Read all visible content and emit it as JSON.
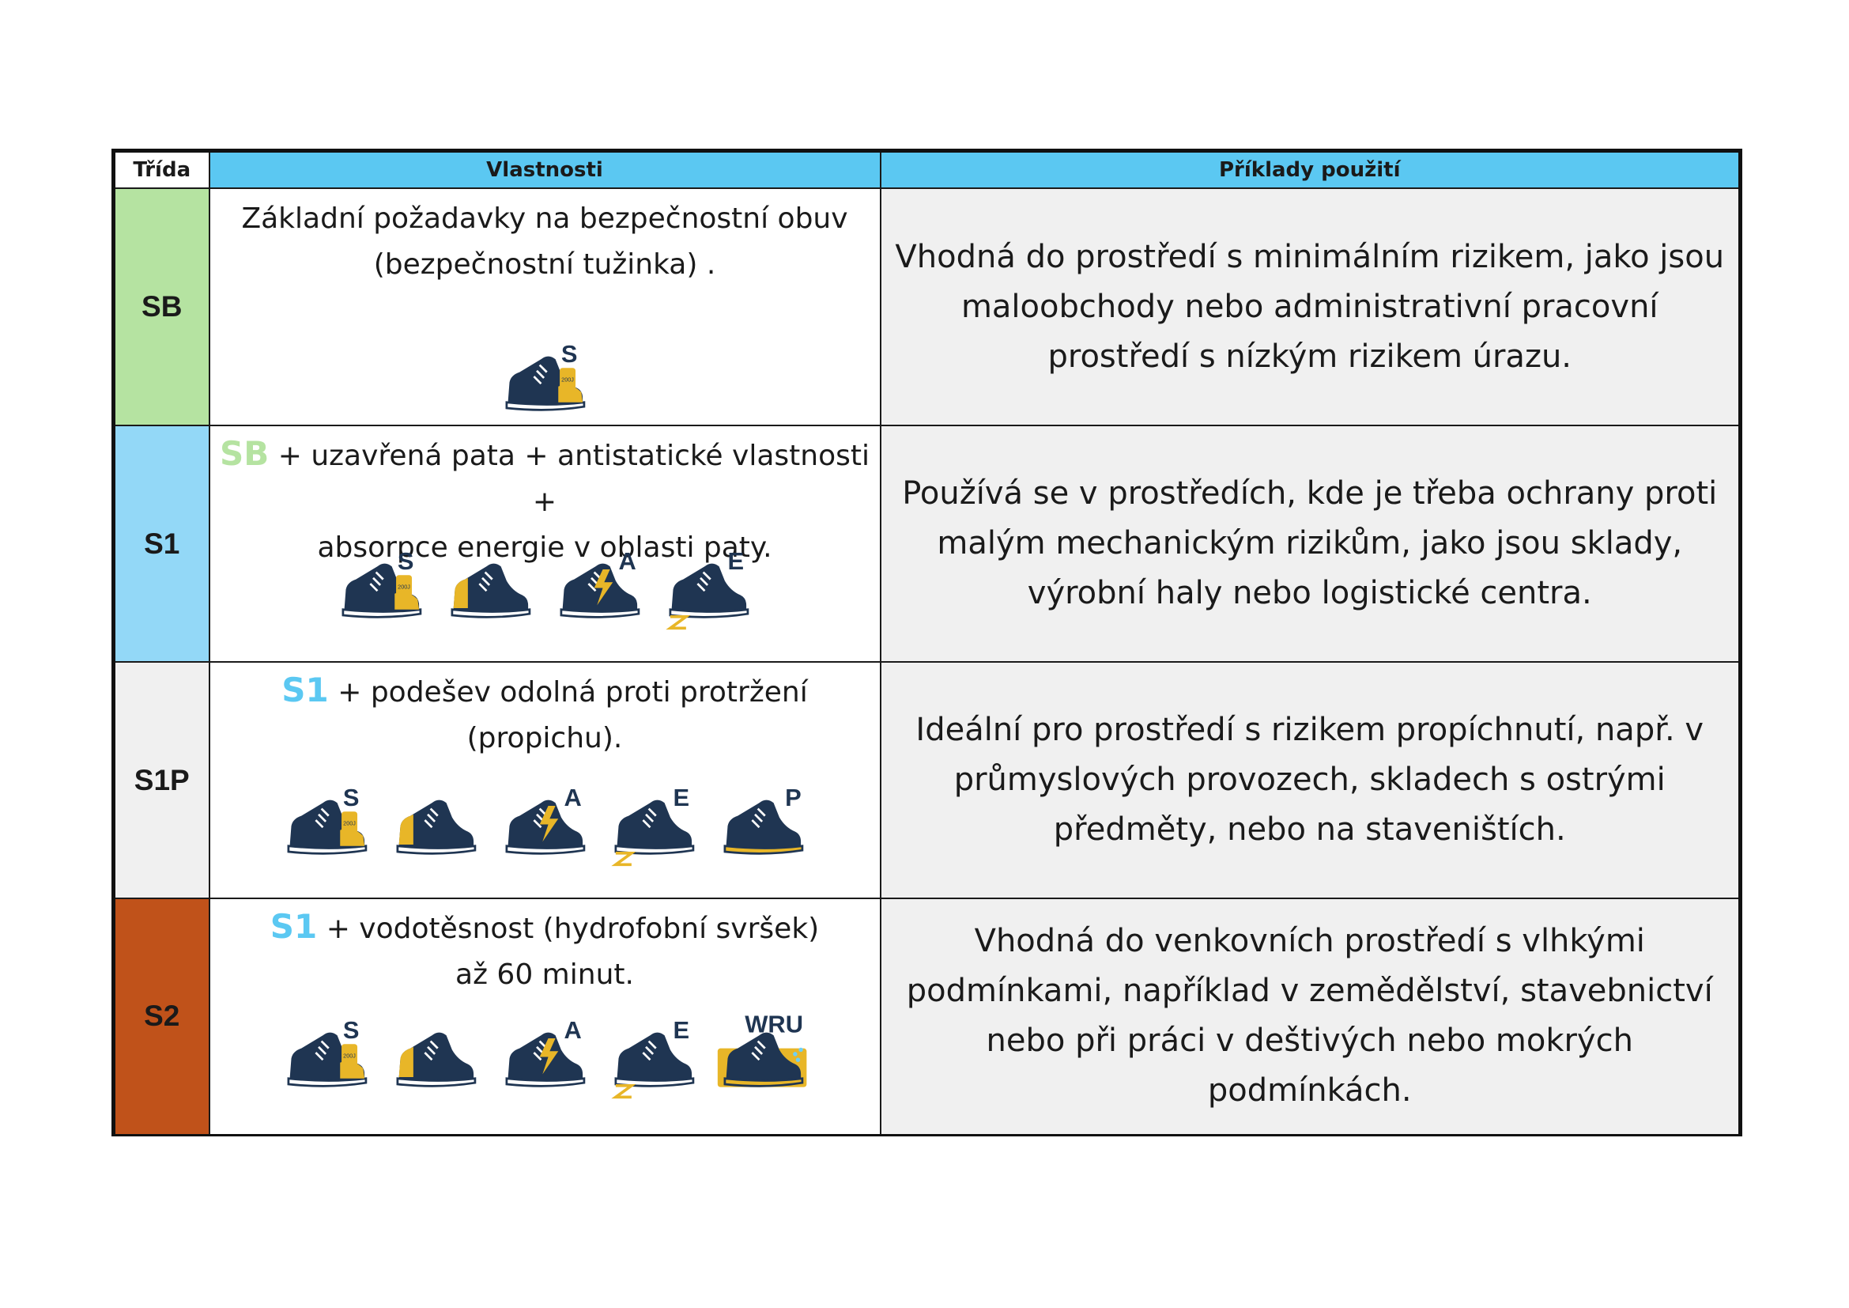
{
  "table": {
    "headers": {
      "class": "Třída",
      "properties": "Vlastnosti",
      "usage": "Příklady použití"
    },
    "rows": [
      {
        "class": "SB",
        "class_color": "#b5e3a1",
        "ref": "",
        "ref_color": "",
        "properties_text": "Základní požadavky na bezpečnostní obuv\n(bezpečnostní tužinka) .",
        "icons": [
          "shoe-toecap-icon"
        ],
        "usage": "Vhodná do prostředí s minimálním rizikem, jako jsou maloobchody nebo administrativní pracovní prostředí s nízkým rizikem úrazu."
      },
      {
        "class": "S1",
        "class_color": "#93d8f7",
        "ref": "SB",
        "ref_color": "#b5e3a1",
        "properties_text": " + uzavřená pata + antistatické vlastnosti +\nabsorpce energie v oblasti paty.",
        "icons": [
          "shoe-toecap-icon",
          "shoe-closed-heel-icon",
          "shoe-antistatic-icon",
          "shoe-energy-absorption-icon"
        ],
        "usage": "Používá se v prostředích, kde je třeba ochrany proti malým mechanickým rizikům, jako jsou sklady, výrobní haly nebo logistické centra."
      },
      {
        "class": "S1P",
        "class_color": "#f0f0f0",
        "ref": "S1",
        "ref_color": "#5bc8f2",
        "properties_text": " + podešev odolná proti protržení  (propichu).",
        "icons": [
          "shoe-toecap-icon",
          "shoe-closed-heel-icon",
          "shoe-antistatic-icon",
          "shoe-energy-absorption-icon",
          "shoe-penetration-icon"
        ],
        "usage": "Ideální pro prostředí s rizikem propíchnutí, např. v průmyslových provozech, skladech s ostrými předměty, nebo na staveništích."
      },
      {
        "class": "S2",
        "class_color": "#c0521a",
        "ref": "S1",
        "ref_color": "#5bc8f2",
        "properties_text": " + vodotěsnost (hydrofobní svršek)\naž 60 minut.",
        "icons": [
          "shoe-toecap-icon",
          "shoe-closed-heel-icon",
          "shoe-antistatic-icon",
          "shoe-energy-absorption-icon",
          "shoe-water-resistant-icon"
        ],
        "usage": "Vhodná do venkovních prostředí s vlhkými podmínkami, například v zemědělství, stavebnictví nebo při práci v deštivých nebo mokrých podmínkách."
      }
    ]
  },
  "icon_labels": {
    "toecap": "S",
    "toecap_badge": "200J",
    "antistatic": "A",
    "energy": "E",
    "penetration": "P",
    "water": "WRU"
  },
  "colors": {
    "header_bg": "#5bc8f2",
    "usage_bg": "#f0f0f0",
    "boot": "#1f3552",
    "accent": "#e8b628"
  }
}
